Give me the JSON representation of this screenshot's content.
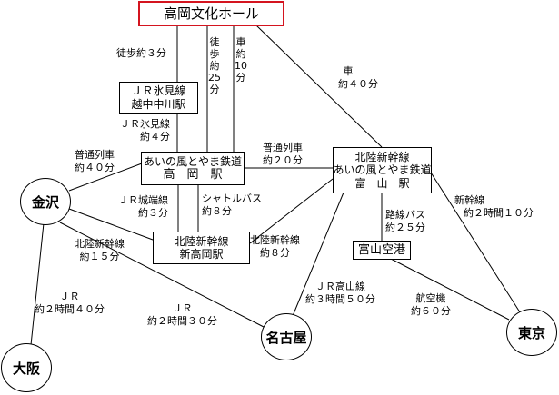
{
  "nodes": {
    "hall": "高岡文化ホール",
    "himi": [
      "ＪＲ氷見線",
      "越中中川駅"
    ],
    "takaoka": [
      "あいの風とやま鉄道",
      "高　岡　駅"
    ],
    "shintakaoka": [
      "北陸新幹線",
      "新高岡駅"
    ],
    "toyama": [
      "北陸新幹線",
      "あいの風とやま鉄道",
      "富　山　駅"
    ],
    "airport": "富山空港",
    "kanazawa": "金沢",
    "osaka": "大阪",
    "nagoya": "名古屋",
    "tokyo": "東京"
  },
  "labels": {
    "walk3": "徒歩約３分",
    "walk25": [
      "徒",
      "歩",
      "約",
      "25",
      "分"
    ],
    "car10": [
      "車",
      "約",
      "10",
      "分"
    ],
    "car40": [
      "車",
      "約４０分"
    ],
    "himi_line": [
      "ＪＲ氷見線",
      "約４分"
    ],
    "local_kanazawa": [
      "普通列車",
      "約４０分"
    ],
    "local_toyama": [
      "普通列車",
      "約２０分"
    ],
    "johana": [
      "ＪＲ城端線",
      "約３分"
    ],
    "shuttle": [
      "シャトルバス",
      "約８分"
    ],
    "shinkansen_kanazawa": [
      "北陸新幹線",
      "約１５分"
    ],
    "shinkansen_toyama": [
      "北陸新幹線",
      "約８分"
    ],
    "shinkansen_tokyo": [
      "新幹線",
      "約２時間１０分"
    ],
    "route_bus": [
      "路線バス",
      "約２５分"
    ],
    "takayama": [
      "ＪＲ高山線",
      "約３時間５０分"
    ],
    "flight": [
      "航空機",
      "約６０分"
    ],
    "jr_osaka": [
      "ＪＲ",
      "約２時間４０分"
    ],
    "jr_nagoya": [
      "ＪＲ",
      "約２時間３０分"
    ]
  },
  "colors": {
    "title_border": "#d4141f",
    "line": "#000000"
  }
}
